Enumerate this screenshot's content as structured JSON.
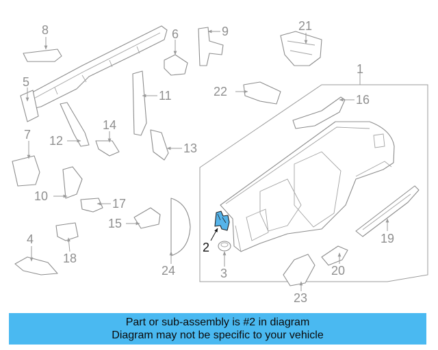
{
  "colors": {
    "highlight": "#56b4ea",
    "banner": "#4ab9f1",
    "line": "#8c8c8c"
  },
  "callouts": {
    "c1": "1",
    "c2": "2",
    "c3": "3",
    "c4": "4",
    "c5": "5",
    "c6": "6",
    "c7": "7",
    "c8": "8",
    "c9": "9",
    "c10": "10",
    "c11": "11",
    "c12": "12",
    "c13": "13",
    "c14": "14",
    "c15": "15",
    "c16": "16",
    "c17": "17",
    "c18": "18",
    "c19": "19",
    "c20": "20",
    "c21": "21",
    "c22": "22",
    "c23": "23",
    "c24": "24"
  },
  "highlighted_part": "2",
  "banner": {
    "line1": "Part or sub-assembly is #2 in diagram",
    "line2": "Diagram may not be specific to your vehicle"
  }
}
